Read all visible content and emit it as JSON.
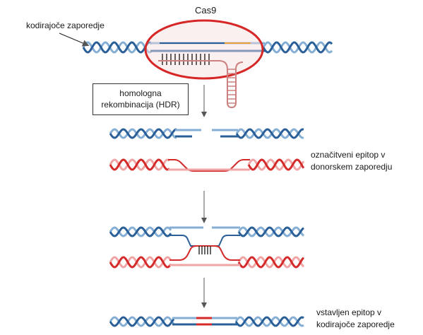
{
  "labels": {
    "cas9": "Cas9",
    "coding_sequence": "kodirajoče zaporedje",
    "hdr_line1": "homologna",
    "hdr_line2": "rekombinacija (HDR)",
    "donor_line1": "označitveni epitop v",
    "donor_line2": "donorskem zaporedju",
    "result_line1": "vstavljen epitop v",
    "result_line2": "kodirajoče zaporedje"
  },
  "colors": {
    "dna_dark": "#2b5f98",
    "dna_light": "#85aed4",
    "donor_dark": "#d42a2a",
    "donor_light": "#f1a4a4",
    "guide_orange": "#e8a13a",
    "cas9_outline": "#d62626",
    "cas9_fill": "#f6dede",
    "arrow": "#555555"
  },
  "icons": [
    "dna-helix-icon",
    "cas9-complex-icon",
    "guide-rna-hairpin-icon",
    "down-arrow-icon"
  ]
}
